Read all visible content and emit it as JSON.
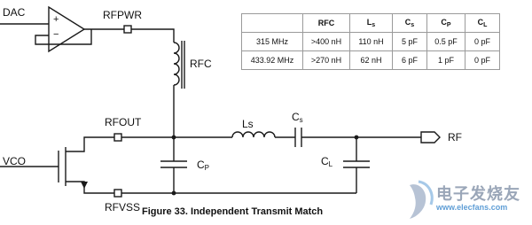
{
  "labels": {
    "dac": "DAC",
    "rfpwr": "RFPWR",
    "rfc": "RFC",
    "rfout": "RFOUT",
    "vco": "VCO",
    "rfvss": "RFVSS",
    "ls": "Ls",
    "cs_main": "C",
    "cs_sub": "s",
    "cp_main": "C",
    "cp_sub": "P",
    "cl_main": "C",
    "cl_sub": "L",
    "rf": "RF",
    "opamp_plus": "+",
    "opamp_minus": "−"
  },
  "caption": "Figure 33. Independent Transmit Match",
  "table": {
    "headers": [
      {
        "main": "",
        "sub": ""
      },
      {
        "main": "RFC",
        "sub": ""
      },
      {
        "main": "L",
        "sub": "s"
      },
      {
        "main": "C",
        "sub": "s"
      },
      {
        "main": "C",
        "sub": "P"
      },
      {
        "main": "C",
        "sub": "L"
      }
    ],
    "rows": [
      [
        "315 MHz",
        ">400 nH",
        "110 nH",
        "5 pF",
        "0.5 pF",
        "0 pF"
      ],
      [
        "433.92 MHz",
        ">270 nH",
        "62 nH",
        "6 pF",
        "1 pF",
        "0 pF"
      ]
    ]
  },
  "watermark": {
    "text": "电子发烧友",
    "url": "www.elecfans.com"
  },
  "colors": {
    "line": "#1a1a1a",
    "table_border": "#9a9a9a",
    "watermark_blue": "#5f9ed6"
  }
}
